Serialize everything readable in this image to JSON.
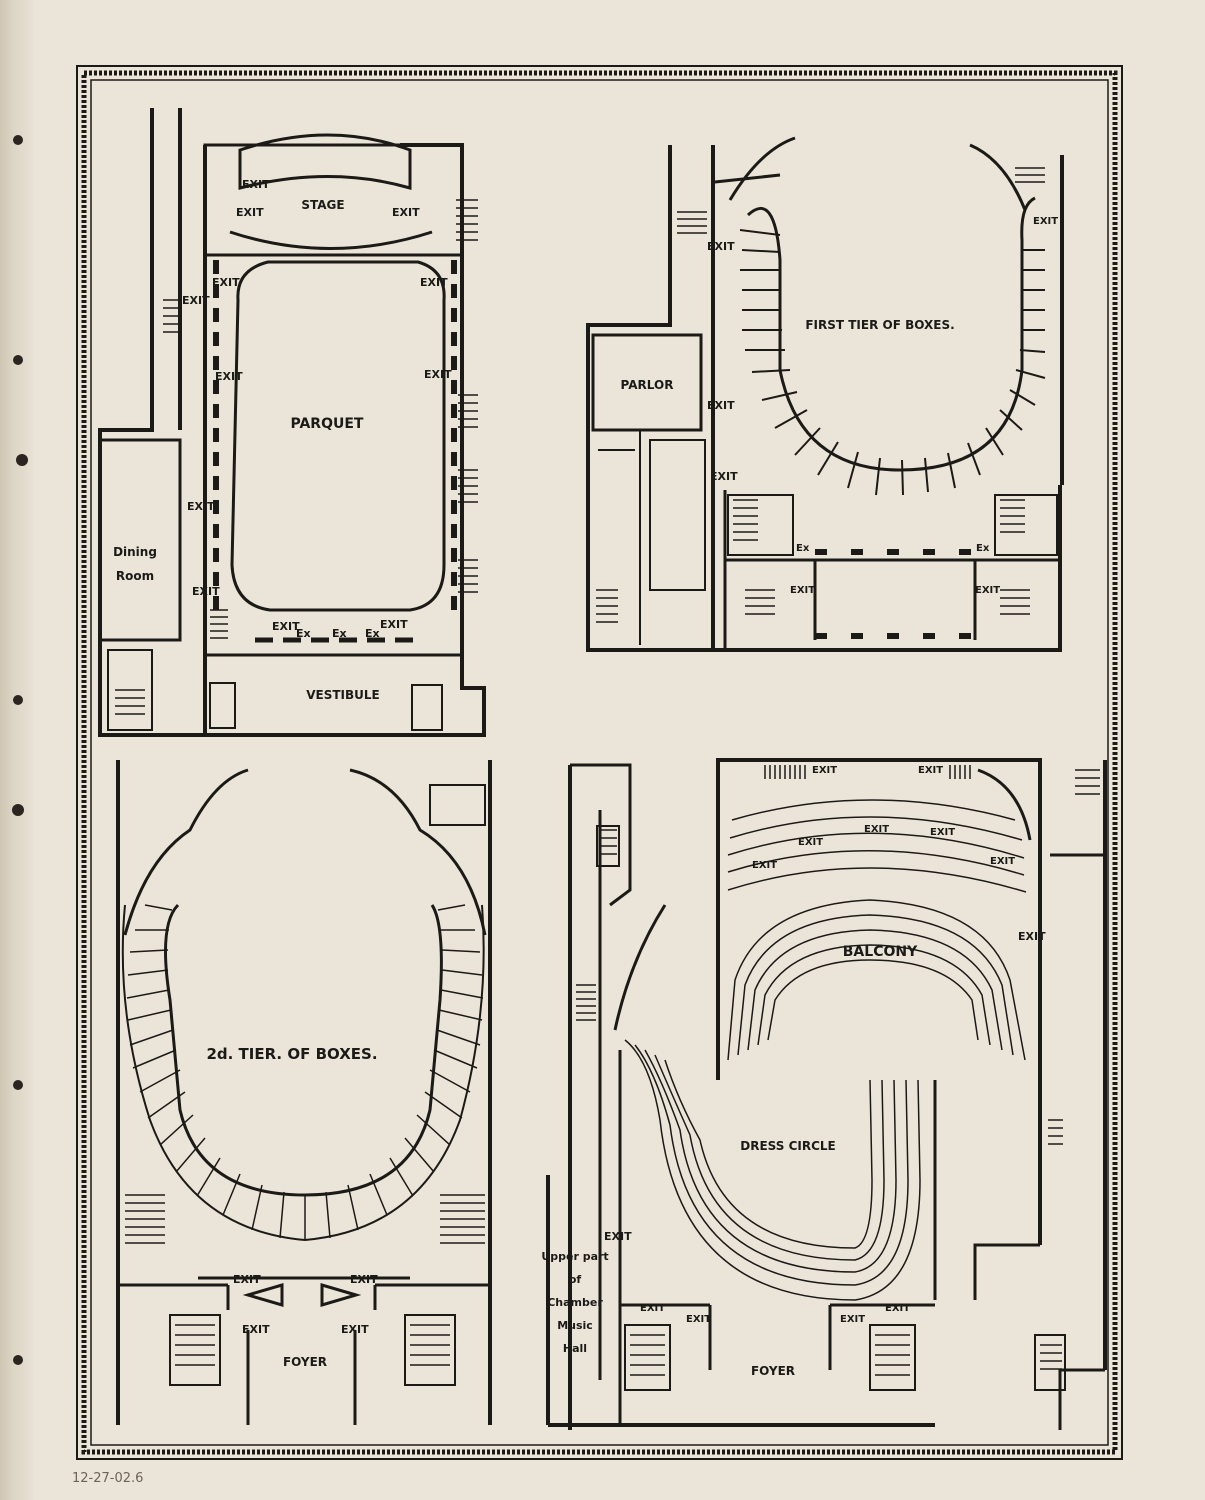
{
  "colors": {
    "paper": "#ebe5d9",
    "ink": "#1c1a17",
    "pencil": "#6b6356"
  },
  "plans": {
    "parquet": {
      "stage": "STAGE",
      "room": "PARQUET",
      "vestibule": "VESTIBULE",
      "dining_line1": "Dining",
      "dining_line2": "Room",
      "exit": "EXIT",
      "ex": "Ex"
    },
    "first_tier": {
      "title": "FIRST TIER OF BOXES.",
      "parlor": "PARLOR",
      "exit": "EXIT",
      "ex": "Ex"
    },
    "second_tier": {
      "title": "2d. TIER. OF BOXES.",
      "foyer": "FOYER",
      "exit": "EXIT"
    },
    "balcony": {
      "balcony": "BALCONY",
      "dress_circle": "DRESS CIRCLE",
      "foyer": "FOYER",
      "upper_1": "Upper part",
      "upper_2": "of",
      "upper_3": "Chamber",
      "upper_4": "Music",
      "upper_5": "Hall",
      "exit": "EXIT"
    }
  },
  "annotation": "12-27-02.6"
}
